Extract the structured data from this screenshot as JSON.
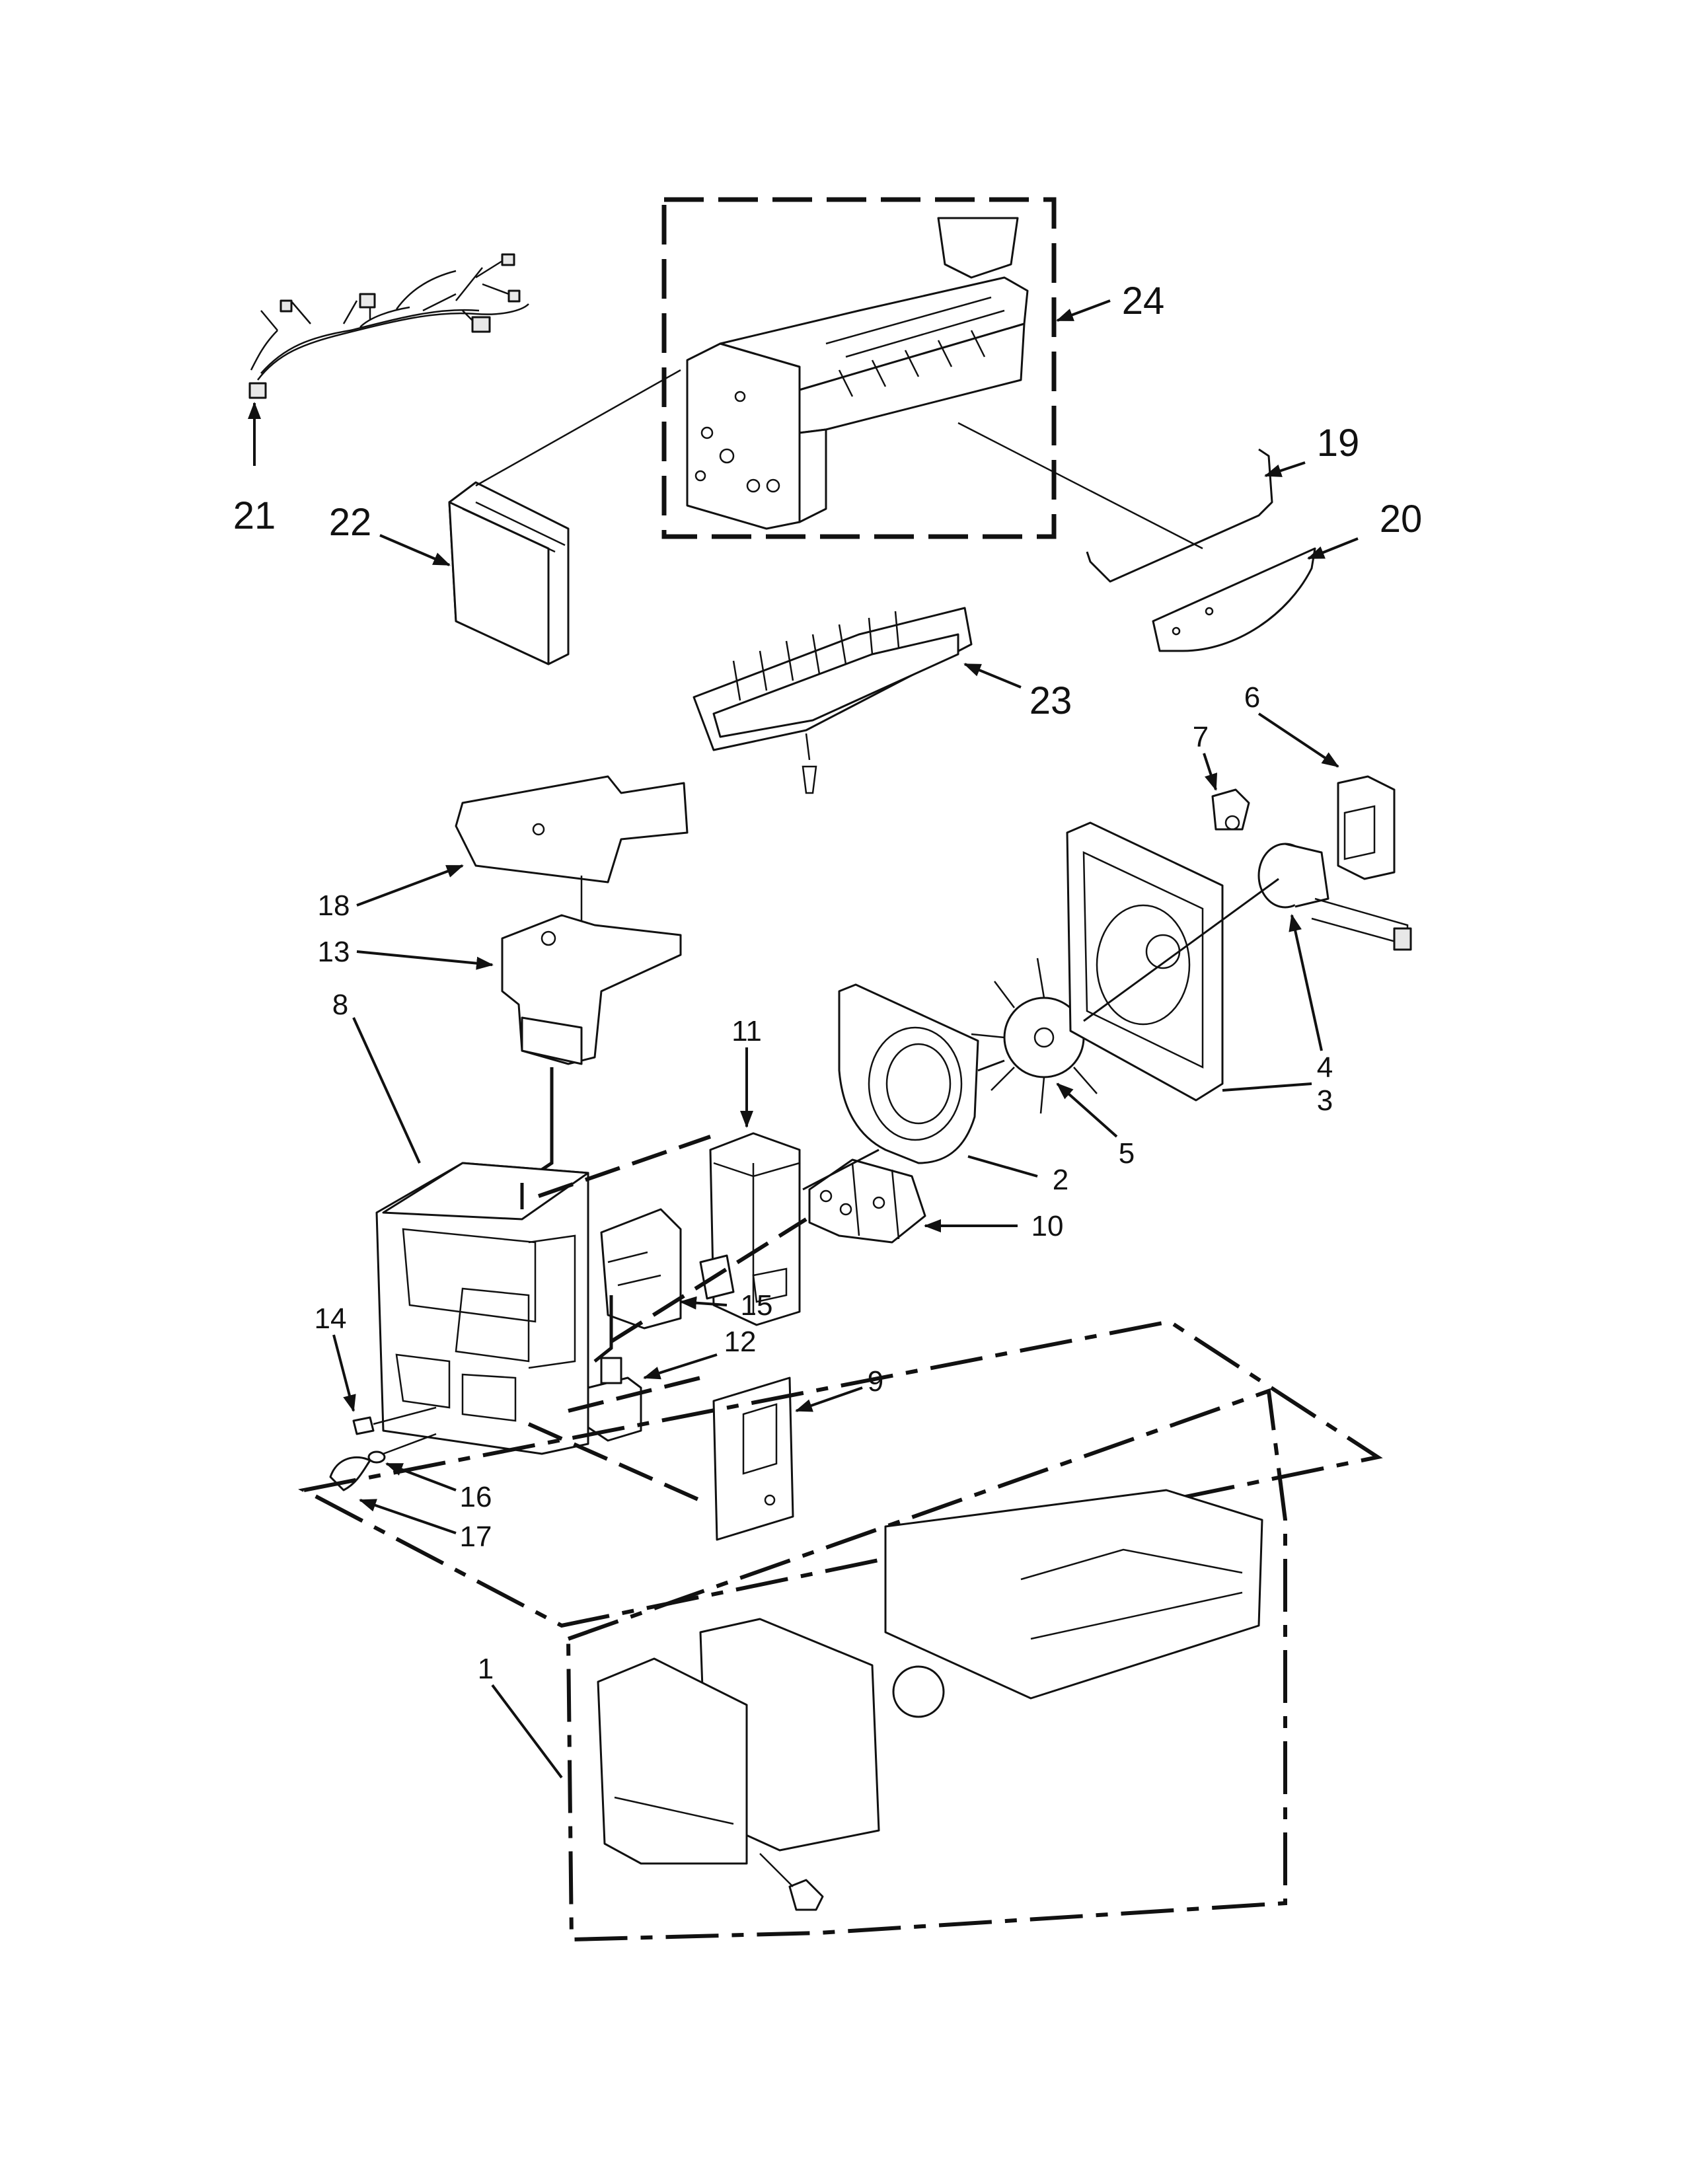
{
  "diagram": {
    "callouts": [
      {
        "id": "c1",
        "label": "1"
      },
      {
        "id": "c2",
        "label": "2"
      },
      {
        "id": "c3",
        "label": "3"
      },
      {
        "id": "c4",
        "label": "4"
      },
      {
        "id": "c5",
        "label": "5"
      },
      {
        "id": "c6",
        "label": "6"
      },
      {
        "id": "c7",
        "label": "7"
      },
      {
        "id": "c8",
        "label": "8"
      },
      {
        "id": "c9",
        "label": "9"
      },
      {
        "id": "c10",
        "label": "10"
      },
      {
        "id": "c11",
        "label": "11"
      },
      {
        "id": "c12",
        "label": "12"
      },
      {
        "id": "c13",
        "label": "13"
      },
      {
        "id": "c14",
        "label": "14"
      },
      {
        "id": "c15",
        "label": "15"
      },
      {
        "id": "c16",
        "label": "16"
      },
      {
        "id": "c17",
        "label": "17"
      },
      {
        "id": "c18",
        "label": "18"
      },
      {
        "id": "c19",
        "label": "19"
      },
      {
        "id": "c20",
        "label": "20"
      },
      {
        "id": "c21",
        "label": "21"
      },
      {
        "id": "c22",
        "label": "22"
      },
      {
        "id": "c23",
        "label": "23"
      },
      {
        "id": "c24",
        "label": "24"
      }
    ]
  }
}
